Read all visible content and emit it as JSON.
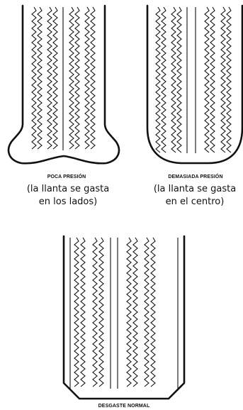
{
  "panels": [
    {
      "id": "low",
      "title": "POCA PRESIÓN",
      "line1": "(la llanta se gasta",
      "line2": "en los lados)"
    },
    {
      "id": "high",
      "title": "DEMASIADA PRESIÓN",
      "line1": "(la llanta se gasta",
      "line2": "en el centro)"
    },
    {
      "id": "normal",
      "title": "DESGASTE NORMAL"
    }
  ],
  "colors": {
    "ink": "#111111",
    "paper": "#ffffff"
  }
}
